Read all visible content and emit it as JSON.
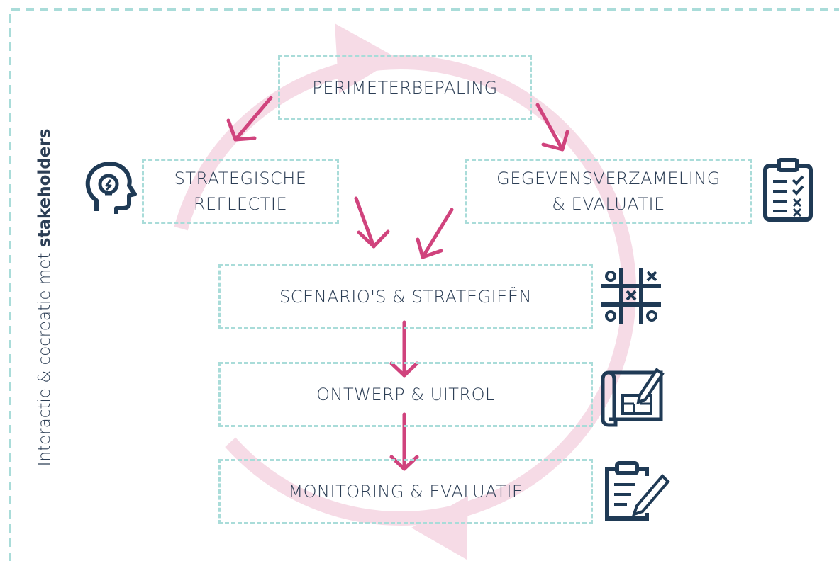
{
  "side_label": {
    "prefix": "Interactie & cocreatie met ",
    "emphasis": "stakeholders"
  },
  "steps": {
    "perimeter": "PERIMETERBEPALING",
    "reflectie": [
      "STRATEGISCHE",
      "REFLECTIE"
    ],
    "gegevens": [
      "GEGEVENSVERZAMELING",
      "& EVALUATIE"
    ],
    "scenarios": "SCENARIO'S & STRATEGIEËN",
    "ontwerp": "ONTWERP & UITROL",
    "monitoring": "MONITORING & EVALUATIE"
  },
  "icons": {
    "reflectie": "head-lightbulb-icon",
    "gegevens": "clipboard-checklist-icon",
    "scenarios": "tic-tac-toe-icon",
    "ontwerp": "blueprint-pencil-icon",
    "monitoring": "clipboard-pencil-icon"
  },
  "colors": {
    "text": "#2c3e55",
    "box_border": "#a9dcd9",
    "arrow": "#d0437d",
    "cycle": "#f6dbe6",
    "icon": "#1f3a55"
  }
}
